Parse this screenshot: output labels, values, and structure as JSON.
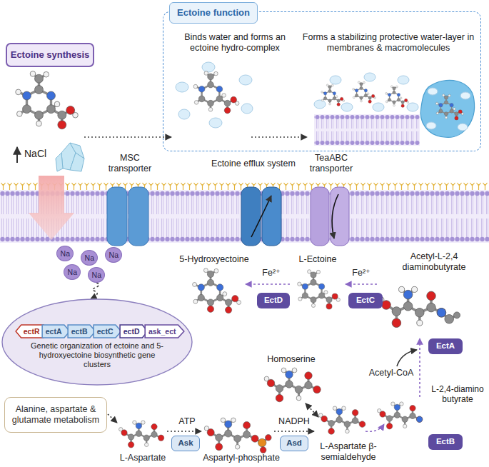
{
  "diagram": {
    "nodes": [
      {
        "text": [
          "Binds water and forms an ectoine hydro-complex",
          "Forms a stabilizing protective water-layer in membranes & macromolecules"
        ]
      },
      {
        "text": [
          "Ectoine function"
        ],
        "in": 0
      },
      {
        "text": [
          "Ectoine synthesis"
        ]
      },
      {
        "text": [
          "Na"
        ]
      },
      {
        "text": [
          "Na"
        ]
      },
      {
        "text": [
          "Na"
        ]
      },
      {
        "text": [
          "Na"
        ]
      },
      {
        "text": [
          "Na"
        ]
      },
      {
        "text": [
          "Genetic organization of ectoine and 5-hydroxyectoine biosynthetic gene clusters"
        ]
      },
      {
        "text": [
          "ectR"
        ],
        "in": 8
      },
      {
        "text": [
          "ectA"
        ],
        "in": 8
      },
      {
        "text": [
          "ectB"
        ],
        "in": 8
      },
      {
        "text": [
          "ectC"
        ],
        "in": 8
      },
      {
        "text": [
          "ectD"
        ],
        "in": 8
      },
      {
        "text": [
          "ask_ect"
        ],
        "in": 8
      },
      {
        "text": [
          "EctD"
        ]
      },
      {
        "text": [
          "EctC"
        ]
      },
      {
        "text": [
          "EctA"
        ]
      },
      {
        "text": [
          "EctB"
        ]
      },
      {
        "text": [
          "Alanine, aspartate & glutamate metabolism"
        ]
      },
      {
        "text": [
          "Ask"
        ]
      },
      {
        "text": [
          "Asd"
        ]
      }
    ],
    "edges": [
      {
        "from": 7,
        "to": 8,
        "arrow": "to"
      }
    ],
    "labels": [
      "NaCl",
      "MSC transporter",
      "Ectoine efflux system",
      "TeaABC transporter",
      "5-Hydroxyectoine",
      "L-Ectoine",
      "Acetyl-L-2,4 diaminobutyrate",
      "Fe²⁺",
      "Fe²⁺",
      "Homoserine",
      "Acetyl-CoA",
      "L-2,4-diamino butyrate",
      "ATP",
      "NADPH",
      "L-Aspartate",
      "Aspartyl-phosphate",
      "L-Aspartate β-semialdehyde"
    ]
  }
}
